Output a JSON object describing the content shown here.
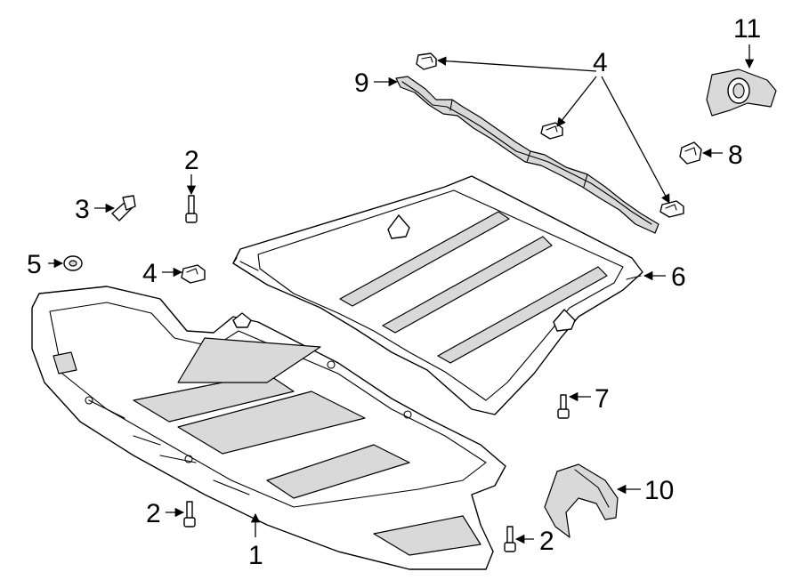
{
  "callouts": {
    "c1": "1",
    "c2a": "2",
    "c2b": "2",
    "c2c": "2",
    "c3": "3",
    "c4a": "4",
    "c4b": "4",
    "c5": "5",
    "c6": "6",
    "c7": "7",
    "c8": "8",
    "c9": "9",
    "c10": "10",
    "c11": "11"
  }
}
